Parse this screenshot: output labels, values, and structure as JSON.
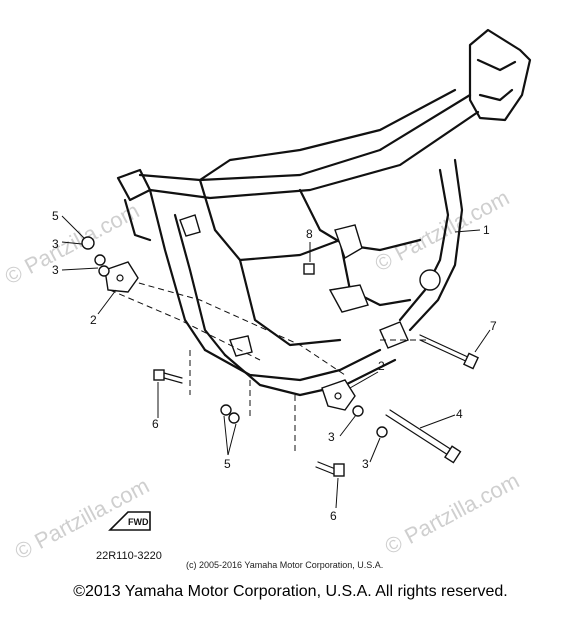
{
  "watermark": "© Partzilla.com",
  "callouts": {
    "c1": "1",
    "c2a": "2",
    "c2b": "2",
    "c3a": "3",
    "c3b": "3",
    "c3c": "3",
    "c3d": "3",
    "c4": "4",
    "c5a": "5",
    "c5b": "5",
    "c6a": "6",
    "c6b": "6",
    "c7": "7",
    "c8": "8"
  },
  "fwd_label": "FWD",
  "diagram_code": "22R110-3220",
  "inner_copyright": "(c) 2005-2016 Yamaha Motor Corporation, U.S.A.",
  "footer_copyright": "©2013 Yamaha Motor Corporation, U.S.A. All rights reserved."
}
